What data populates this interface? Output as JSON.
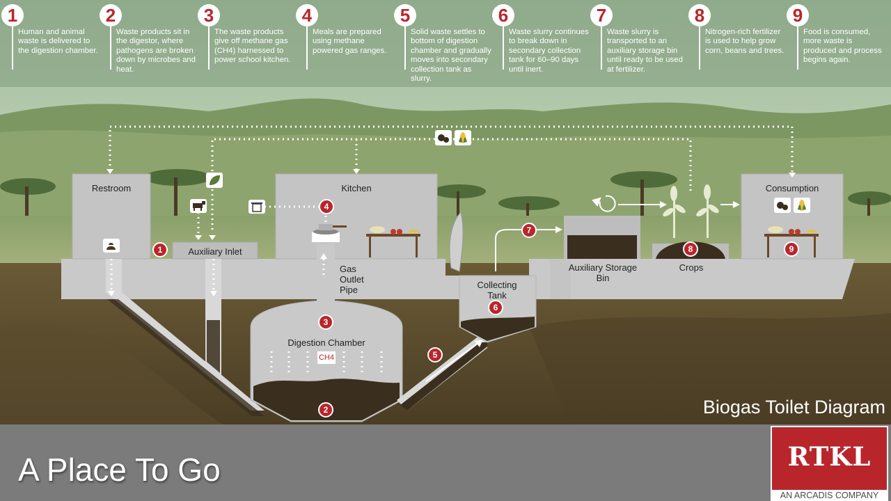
{
  "steps": [
    {
      "num": "1",
      "text": "Human and animal waste is delivered to the digestion chamber."
    },
    {
      "num": "2",
      "text": "Waste products sit in the digestor, where pathogens are broken down by microbes and heat."
    },
    {
      "num": "3",
      "text": "The waste products give off methane gas (CH4) harnessed to power school kitchen."
    },
    {
      "num": "4",
      "text": "Meals are prepared using methane powered gas ranges."
    },
    {
      "num": "5",
      "text": "Solid waste settles to bottom of digestion chamber and gradually moves into secondary collection tank as slurry."
    },
    {
      "num": "6",
      "text": "Waste slurry continues to break down in secondary collection tank for 60–90 days until inert."
    },
    {
      "num": "7",
      "text": "Waste slurry is transported to an auxiliary storage bin until ready to be used at fertilizer."
    },
    {
      "num": "8",
      "text": "Nitrogen-rich fertilizer is used to help grow corn, beans and trees."
    },
    {
      "num": "9",
      "text": "Food is consumed, more waste is produced and process begins again."
    }
  ],
  "labels": {
    "restroom": "Restroom",
    "kitchen": "Kitchen",
    "consumption": "Consumption",
    "auxiliary_inlet": "Auxiliary Inlet",
    "gas_outlet_pipe": "Gas Outlet Pipe",
    "collecting_tank": "Collecting Tank",
    "auxiliary_storage_bin": "Auxiliary Storage Bin",
    "crops": "Crops",
    "digestion_chamber": "Digestion Chamber",
    "methane": "CH4"
  },
  "diagram_title": "Biogas Toilet Diagram",
  "footer_title": "A Place To Go",
  "logo": {
    "name": "RTKL",
    "tagline": "AN ARCADIS COMPANY"
  },
  "icons": [
    "waste-icon",
    "cow-icon",
    "leaf-icon",
    "trash-icon",
    "beans-icon",
    "corn-icon",
    "cycle-icon",
    "plant-icon",
    "food-bowl-icon",
    "stove-icon"
  ],
  "colors": {
    "accent": "#b8262c",
    "sky": "#a9c2a4",
    "hills": "#7a9360",
    "ground": "#5a4a2c",
    "sludge": "#3a2f1e",
    "structure": "#cfcfcf",
    "footer": "#7b7b7b"
  }
}
